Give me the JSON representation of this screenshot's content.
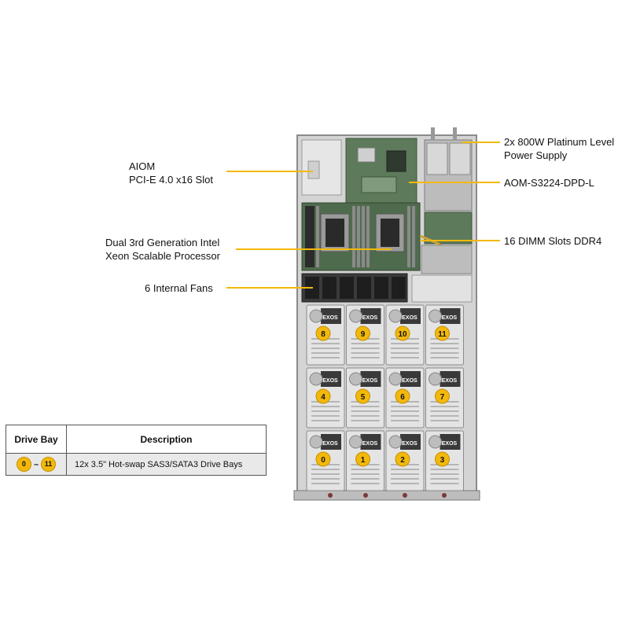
{
  "callouts": {
    "aiom_line1": "AIOM",
    "aiom_line2": "PCI-E 4.0 x16 Slot",
    "cpu_line1": "Dual 3rd Generation Intel",
    "cpu_line2": "Xeon Scalable Processor",
    "fans": "6 Internal  Fans",
    "psu_line1": "2x 800W Platinum  Level",
    "psu_line2": "Power Supply",
    "aom": "AOM-S3224-DPD-L",
    "dimm": "16 DIMM Slots DDR4"
  },
  "drives": {
    "rows": [
      [
        "8",
        "9",
        "10",
        "11"
      ],
      [
        "4",
        "5",
        "6",
        "7"
      ],
      [
        "0",
        "1",
        "2",
        "3"
      ]
    ],
    "label_text": "EXOS"
  },
  "table": {
    "header_bay": "Drive Bay",
    "header_desc": "Description",
    "range_start": "0",
    "range_sep": "–",
    "range_end": "11",
    "description": "12x 3.5\" Hot-swap  SAS3/SATA3 Drive  Bays"
  },
  "colors": {
    "callout_line": "#f2b90c",
    "badge": "#f2b90c",
    "chassis": "#c9c9c9",
    "board": "#5d7a5a"
  }
}
